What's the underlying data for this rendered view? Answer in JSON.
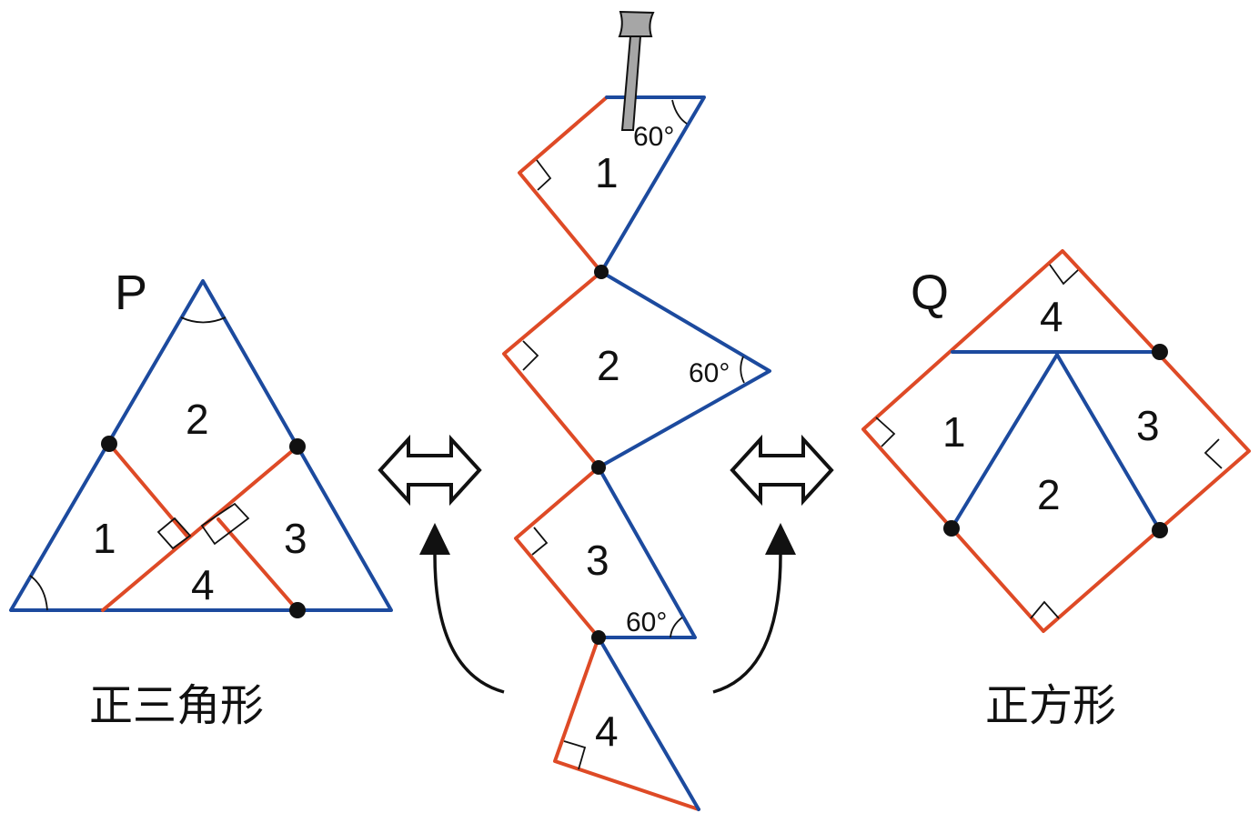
{
  "figure": {
    "left_shape": {
      "letter": "P",
      "caption": "正三角形",
      "piece_labels": [
        "1",
        "2",
        "3",
        "4"
      ]
    },
    "middle_chain": {
      "piece_labels": [
        "1",
        "2",
        "3",
        "4"
      ],
      "angle_labels": [
        "60°",
        "60°",
        "60°"
      ],
      "pin_icon": "push-pin-icon"
    },
    "right_shape": {
      "letter": "Q",
      "caption": "正方形",
      "piece_labels": [
        "1",
        "2",
        "3",
        "4"
      ]
    },
    "connectors": {
      "left_double_arrow": "double-arrow-icon",
      "right_double_arrow": "double-arrow-icon"
    },
    "colors": {
      "blue_edge": "#1c4a9e",
      "red_edge": "#de4a26",
      "ink": "#111111",
      "pin": "#a6a6a6"
    }
  }
}
